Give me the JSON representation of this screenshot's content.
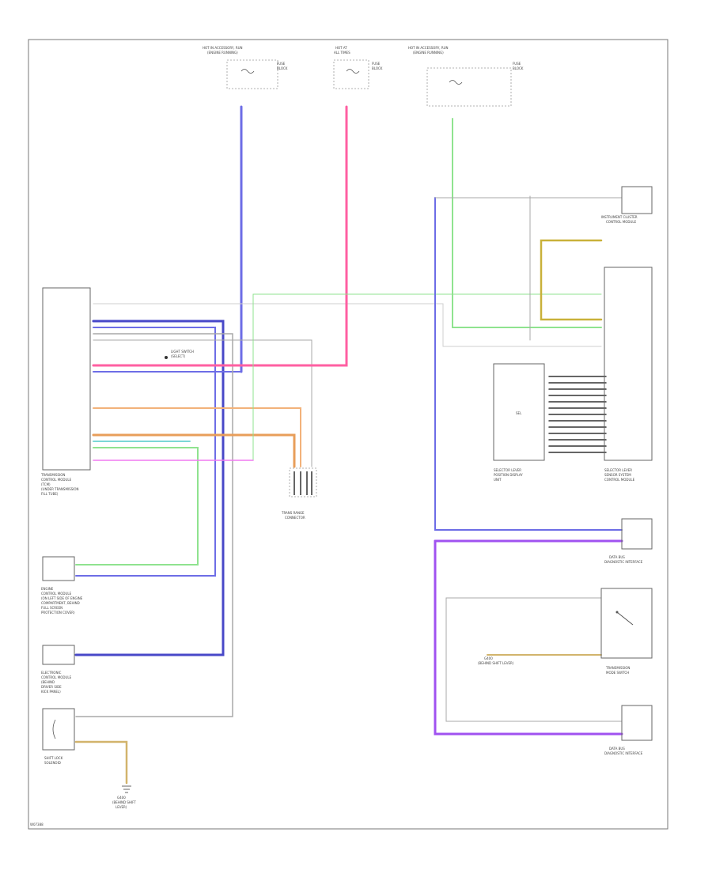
{
  "footer_code": "W07388",
  "components": {
    "tcm": {
      "label": [
        "TRANSMISSION",
        "CONTROL MODULE",
        "(TCM)",
        "(UNDER TRANSMISSION",
        "FILL TUBE)"
      ]
    },
    "ecm": {
      "label": [
        "ENGINE",
        "CONTROL MODULE",
        "(ON LEFT SIDE OF ENGINE",
        "COMPARTMENT, BEHIND",
        "FULL SCREEN",
        "PROTECTION COVER)"
      ]
    },
    "ground_module": {
      "label": [
        "ELECTRONIC",
        "CONTROL MODULE",
        "(BEHIND",
        "DRIVER SIDE",
        "KICK PANEL)"
      ]
    },
    "shift_lock": {
      "label": [
        "SHIFT LOCK",
        "SOLENOID"
      ]
    },
    "ground_g": {
      "label": [
        "G400",
        "(BEHIND SHIFT",
        "LEVER)"
      ]
    },
    "trans_range": {
      "label": [
        "TRANS RANGE",
        "CONNECTOR"
      ]
    },
    "instrument": {
      "label": [
        "INSTRUMENT CLUSTER",
        "CONTROL MODULE"
      ]
    },
    "selector_lever": {
      "label": [
        "SELECTOR LEVER",
        "POSITION DISPLAY",
        "UNIT"
      ]
    },
    "selector_sensor": {
      "label": [
        "SELECTOR LEVER",
        "SENSOR SYSTEM",
        "CONTROL MODULE"
      ]
    },
    "data_bus": {
      "label": [
        "DATA BUS",
        "DIAGNOSTIC INTERFACE"
      ]
    },
    "trans_mode": {
      "label": [
        "TRANSMISSION",
        "MODE SWITCH"
      ]
    },
    "data_bus2": {
      "label": [
        "DATA BUS",
        "DIAGNOSTIC INTERFACE"
      ]
    },
    "ground_g2": {
      "label": [
        "G400",
        "(BEHIND SHIFT LEVER)"
      ]
    },
    "fuse1": {
      "header": [
        "HOT IN ACCESSORY, RUN",
        "(ENGINE RUNNING)"
      ],
      "label": [
        "FUSE",
        "BLOCK"
      ]
    },
    "fuse2": {
      "header": [
        "HOT AT",
        "ALL TIMES"
      ],
      "label": [
        "FUSE",
        "BLOCK"
      ]
    },
    "fuse3": {
      "header": [
        "HOT IN ACCESSORY, RUN",
        "(ENGINE RUNNING)"
      ],
      "label": [
        "FUSE",
        "BLOCK"
      ]
    },
    "sel_block": {
      "label": "SEL"
    },
    "relay_label": {
      "label": [
        "LIGHT SWITCH",
        "(SELECT)"
      ]
    }
  },
  "colors": {
    "blue": "#6d6de6",
    "pink": "#ff5fa2",
    "green": "#8fe38f",
    "magenta": "#f07af0",
    "orange": "#f2b27a",
    "cyan": "#7bd7d7",
    "gray": "#a8a8a8",
    "purple": "#a052f0",
    "dark": "#333333",
    "olive": "#b8a23a",
    "navy": "#3a3aa8",
    "tan": "#d2b46c"
  }
}
